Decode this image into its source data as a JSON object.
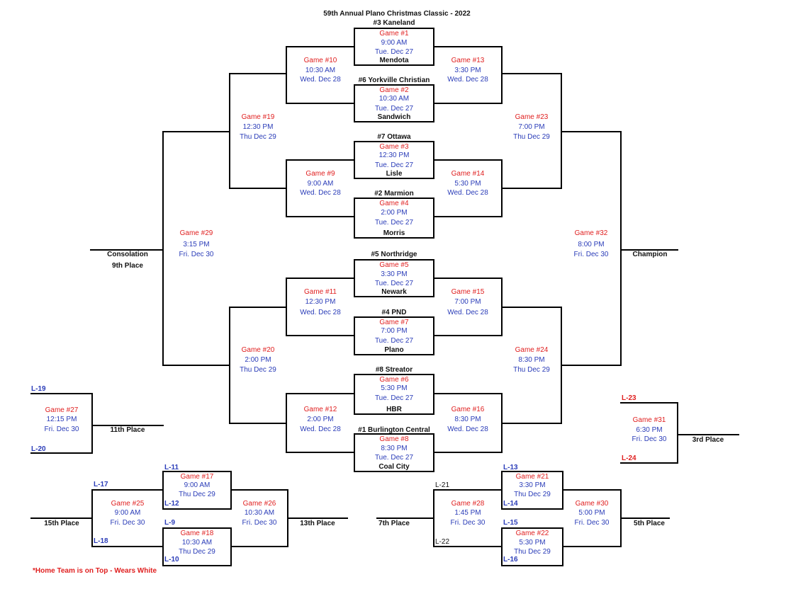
{
  "title": "59th Annual Plano Christmas Classic - 2022",
  "note": "*Home Team is on Top - Wears White",
  "colors": {
    "game": "#e02020",
    "time": "#2a3cb8",
    "loser_blue": "#2a3cb8",
    "loser_red": "#e02020",
    "line": "#000000"
  },
  "teams": {
    "t1": "#3 Kaneland",
    "t2": "Mendota",
    "t3": "#6 Yorkville Christian",
    "t4": "Sandwich",
    "t5": "#7 Ottawa",
    "t6": "Lisle",
    "t7": "#2 Marmion",
    "t8": "Morris",
    "t9": "#5 Northridge",
    "t10": "Newark",
    "t11": "#4 PND",
    "t12": "Plano",
    "t13": "#8 Streator",
    "t14": "HBR",
    "t15": "#1 Burlington Central",
    "t16": "Coal City"
  },
  "games": {
    "g1": {
      "title": "Game #1",
      "time": "9:00 AM",
      "day": "Tue. Dec 27"
    },
    "g2": {
      "title": "Game #2",
      "time": "10:30 AM",
      "day": "Tue. Dec 27"
    },
    "g3": {
      "title": "Game #3",
      "time": "12:30 PM",
      "day": "Tue. Dec 27"
    },
    "g4": {
      "title": "Game #4",
      "time": "2:00 PM",
      "day": "Tue. Dec 27"
    },
    "g5": {
      "title": "Game #5",
      "time": "3:30 PM",
      "day": "Tue. Dec 27"
    },
    "g6": {
      "title": "Game #6",
      "time": "5:30 PM",
      "day": "Tue. Dec 27"
    },
    "g7": {
      "title": "Game #7",
      "time": "7:00 PM",
      "day": "Tue. Dec 27"
    },
    "g8": {
      "title": "Game #8",
      "time": "8:30 PM",
      "day": "Tue. Dec 27"
    },
    "g9": {
      "title": "Game #9",
      "time": "9:00 AM",
      "day": "Wed. Dec 28"
    },
    "g10": {
      "title": "Game #10",
      "time": "10:30 AM",
      "day": "Wed. Dec 28"
    },
    "g11": {
      "title": "Game #11",
      "time": "12:30 PM",
      "day": "Wed. Dec 28"
    },
    "g12": {
      "title": "Game #12",
      "time": "2:00 PM",
      "day": "Wed. Dec 28"
    },
    "g13": {
      "title": "Game #13",
      "time": "3:30 PM",
      "day": "Wed. Dec 28"
    },
    "g14": {
      "title": "Game #14",
      "time": "5:30 PM",
      "day": "Wed. Dec 28"
    },
    "g15": {
      "title": "Game #15",
      "time": "7:00 PM",
      "day": "Wed. Dec 28"
    },
    "g16": {
      "title": "Game #16",
      "time": "8:30 PM",
      "day": "Wed. Dec 28"
    },
    "g17": {
      "title": "Game #17",
      "time": "9:00 AM",
      "day": "Thu Dec 29"
    },
    "g18": {
      "title": "Game #18",
      "time": "10:30 AM",
      "day": "Thu Dec 29"
    },
    "g19": {
      "title": "Game #19",
      "time": "12:30 PM",
      "day": "Thu Dec 29"
    },
    "g20": {
      "title": "Game #20",
      "time": "2:00 PM",
      "day": "Thu Dec 29"
    },
    "g21": {
      "title": "Game #21",
      "time": "3:30 PM",
      "day": "Thu Dec 29"
    },
    "g22": {
      "title": "Game #22",
      "time": "5:30 PM",
      "day": "Thu Dec 29"
    },
    "g23": {
      "title": "Game #23",
      "time": "7:00 PM",
      "day": "Thu Dec 29"
    },
    "g24": {
      "title": "Game #24",
      "time": "8:30 PM",
      "day": "Thu Dec 29"
    },
    "g25": {
      "title": "Game #25",
      "time": "9:00 AM",
      "day": "Fri. Dec 30"
    },
    "g26": {
      "title": "Game #26",
      "time": "10:30 AM",
      "day": "Fri. Dec 30"
    },
    "g27": {
      "title": "Game #27",
      "time": "12:15 PM",
      "day": "Fri. Dec 30"
    },
    "g28": {
      "title": "Game #28",
      "time": "1:45 PM",
      "day": "Fri. Dec 30"
    },
    "g29": {
      "title": "Game #29",
      "time": "3:15 PM",
      "day": "Fri. Dec 30"
    },
    "g30": {
      "title": "Game #30",
      "time": "5:00 PM",
      "day": "Fri. Dec 30"
    },
    "g31": {
      "title": "Game #31",
      "time": "6:30 PM",
      "day": "Fri. Dec 30"
    },
    "g32": {
      "title": "Game #32",
      "time": "8:00 PM",
      "day": "Fri. Dec 30"
    }
  },
  "places": {
    "consolation": "Consolation",
    "ninth": "9th Place",
    "champion": "Champion",
    "eleventh": "11th Place",
    "third": "3rd Place",
    "fifteenth": "15th Place",
    "thirteenth": "13th Place",
    "seventh": "7th Place",
    "fifth": "5th Place"
  },
  "losers": {
    "L9": "L-9",
    "L10": "L-10",
    "L11": "L-11",
    "L12": "L-12",
    "L13": "L-13",
    "L14": "L-14",
    "L15": "L-15",
    "L16": "L-16",
    "L17": "L-17",
    "L18": "L-18",
    "L19": "L-19",
    "L20": "L-20",
    "L21": "L-21",
    "L22": "L-22",
    "L23": "L-23",
    "L24": "L-24"
  }
}
